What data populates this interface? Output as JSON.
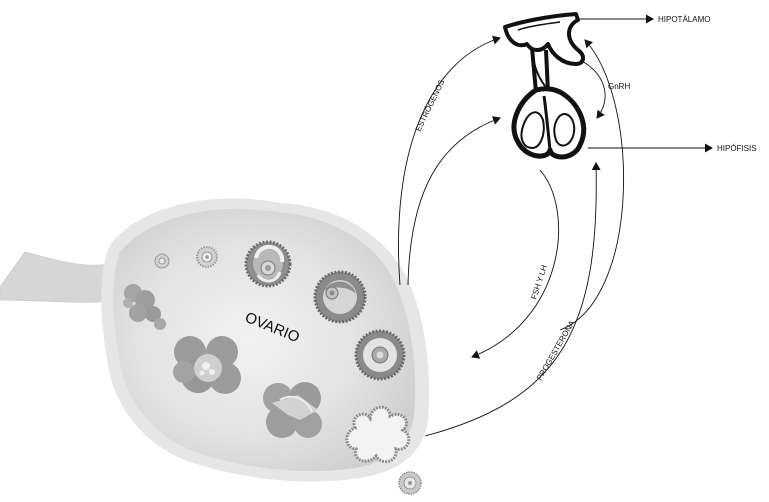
{
  "labels": {
    "hypothalamus": "HIPOTÁLAMO",
    "pituitary": "HIPÓFISIS",
    "gnrh": "GnRH",
    "estrogens": "ESTRÓGENOS",
    "fsh_lh": "FSH Y LH",
    "progesterone": "PROGESTERONA",
    "ovary": "OVARIO"
  },
  "colors": {
    "ovary_fill": "#dcdcdc",
    "follicle_dark": "#8a8a8a",
    "line": "#111111"
  },
  "icons": {
    "brain_structure": "hypothalamus-pituitary-icon"
  }
}
